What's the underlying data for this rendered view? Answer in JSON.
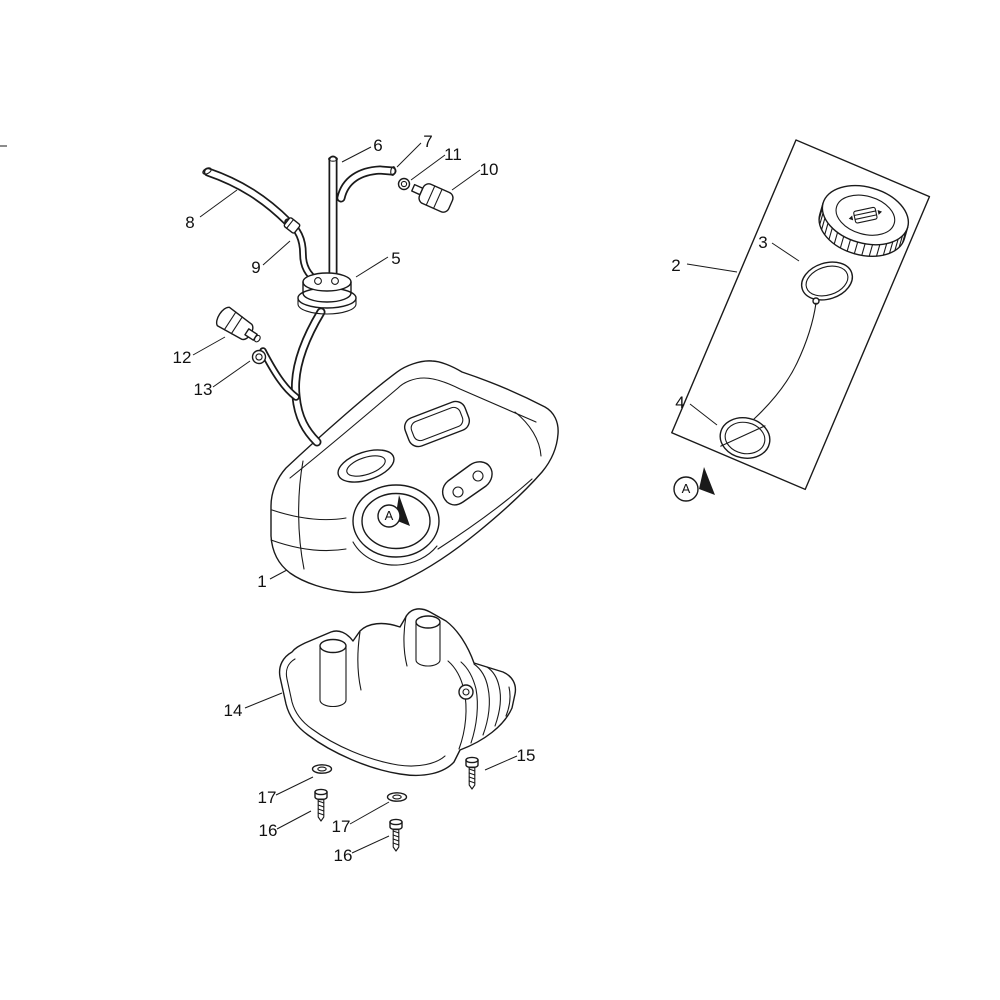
{
  "figure": {
    "background": "#ffffff",
    "line_color": "#1a1a1a"
  },
  "callouts": {
    "part1": "1",
    "part2": "2",
    "part3": "3",
    "part4": "4",
    "part5": "5",
    "part6": "6",
    "part7": "7",
    "part8": "8",
    "part9": "9",
    "part10": "10",
    "part11": "11",
    "part12": "12",
    "part13": "13",
    "part14": "14",
    "part15": "15",
    "part16_a": "16",
    "part16_b": "16",
    "part17_a": "17",
    "part17_b": "17"
  },
  "view_markers": {
    "tank": "A",
    "detail": "A"
  }
}
